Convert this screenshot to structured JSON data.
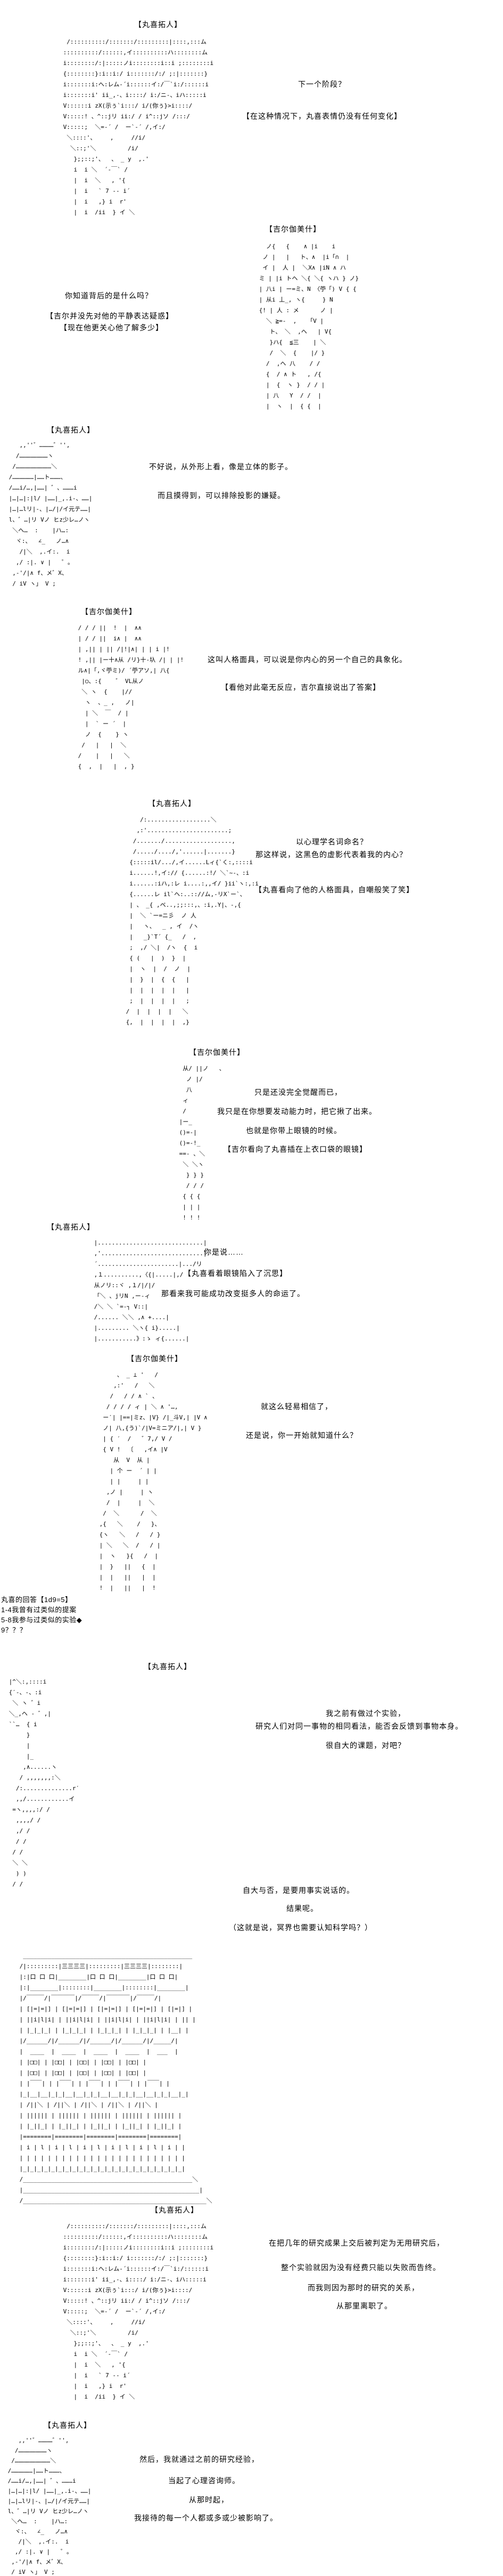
{
  "page": {
    "background": "#ffffff",
    "text_color": "#000000",
    "kind": "ascii-art-story-thread"
  },
  "speakers": {
    "maruki": "【丸喜拓人】",
    "gil": "【吉尔伽美什】"
  },
  "text": {
    "s1_d1": "下一个阶段？",
    "s1_n1": "【在这种情况下，丸喜表情仍没有任何变化】",
    "s2_d1": "你知道背后的是什么吗？",
    "s2_n1": "【吉尔并没先对他的平静表达疑惑】",
    "s2_n2": "【现在他更关心他了解多少】",
    "s3_d1": "不好说，从外形上看，像是立体的影子。",
    "s3_d2": "而且摸得到，可以排除投影的嫌疑。",
    "s4_d1": "这叫人格面具，可以说是你内心的另一个自己的具象化。",
    "s4_n1": "【看他对此毫无反应，吉尔直接说出了答案】",
    "s5_d1": "以心理学名词命名？",
    "s5_d2": "那这样说，这黑色的虚影代表着我的内心？",
    "s5_n1": "【丸喜看向了他的人格面具，自嘲般笑了笑】",
    "s6_d1": "只是还没完全觉醒而已，",
    "s6_d2": "我只是在你想要发动能力时，把它揪了出来。",
    "s6_d3": "也就是你带上眼镜的时候。",
    "s6_n1": "【吉尔看向了丸喜插在上衣口袋的眼镜】",
    "s7_d1": "你是说……",
    "s7_n1": "【丸喜看着眼镜陷入了沉思】",
    "s7_d2": "那看来我可能成功改变挺多人的命运了。",
    "s8_d1": "就这么轻易相信了，",
    "s8_d2": "还是说，你一开始就知道什么？",
    "roll_lines": [
      "丸喜的回答【1d9=5】",
      "1-4我曾有过类似的提案",
      "5-8我参与过类似的实验◆",
      "9？？？"
    ],
    "s9_d1": "我之前有做过个实验，",
    "s9_d2": "研究人们对同一事物的相同看法，能否会反馈到事物本身。",
    "s9_d3": "很自大的课题，对吧？",
    "mid_d1": "自大与否，是要用事实说话的。",
    "mid_d2": "结果呢。",
    "mid_d3": "（这就是说，冥界也需要认知科学吗？）",
    "s10_d1": "在把几年的研究成果上交后被判定为无用研究后，",
    "s10_d2": "整个实验就因为没有经费只能以失败而告终。",
    "s10_d3": "而我则因为那时的研究的关系，",
    "s10_d4": "从那里离职了。",
    "s11_d1": "然后，我就通过之前的研究经验，",
    "s11_d2": "当起了心理咨询师。",
    "s11_d3": "从那时起，",
    "s11_d4": "我接待的每一个人都或多或少被影响了。"
  },
  "arts": {
    "maruki_face": [
      "  /::::::::::/:::::::/:::::::::|::::,:::ム",
      " ::::::::::/::::::,イ::::::::::ハ::::::::ム",
      " i::::::::/:|:::::ノi::::::::i::i ;::::::::i",
      " {::::::::}:i::i:/ i:::::::/:/ ;:|:::::::}",
      " i:::::::i:ヘ:レム-´i::::::イ:/￣`i:/::::::i",
      " i:::::::i' ii_,-、i::::/ i:/ニ-、iハ:::::i",
      " V::::::i zX(示ぅ`i:::/ i/(你ぅ}>i::::/",
      " V:::::! 、^::jリ ii:/ / i^::jソ /:::/",
      " V:::::;  ＼=-´ /  ー`-´ /,イ:/",
      "  ＼::::'、    ,     //i/",
      "   ＼::;'＼         /i/",
      "    };;::;'、  、 _ y  ,.'",
      "    i  i ＼  ´-￣` /",
      "    |  i  ＼   , '{",
      "    |  i   ` 7 -‐ i´",
      "    |  i   ,} i  r'",
      "    |  i  /ii  } イ ＼"
    ],
    "gil_face": [
      "   ノ{   {    ∧ |i    i",
      "  ノ |   |   ト、∧  |i「∩  |",
      "  イ |  人 |  ＼X∧ |iN ∧ ハ",
      " ミ | |i トヘ ＼{ ＼{ ヽハ } ノ}",
      " | 八i | ー=ミ、N 〈苧「) V { {",
      " | 从i 丄_, ヽ{     } N",
      " {! | 人 : メ      ノ |",
      "   ＼ ≧=‐  ,   「V |",
      "    ト、 ＼  ,ヘ   | V{",
      "    }ハ{  ≦三    | ＼",
      "    /  ＼  {    |/ }",
      "   /  ,ヘ 八    / /",
      "   {  / ∧ ト   , /{",
      "   |  {  ヽ }  / / |",
      "   | 八   Y  / /  |",
      "   |  ヽ  |  { {  |"
    ],
    "maruki_bust": [
      "    ,,''゛…………゛'',",
      "   /……………………ヽ",
      "  /…………………………＼",
      " /………………|……ト………、",
      " /……i/…,|……| ゛、………i",
      " |…|…|:|l/ |……|_,.i-、……|",
      " |…|…lリ|-、|…/|/イ元テ……|",
      " l、゛…|リ Vノ ヒz少レ…ノヽ",
      "  ＼ヘ…  :    |ハ…:",
      "   ヾ:、  ∠_   ノ…∧",
      "    /|＼  ,.イ:.  i",
      "   ,/ :|. ∨ |   ゜。",
      "  ,-'/|∧ f、メ゛X、",
      "  / iV ヽ」 V ;"
    ],
    "gil_face2": [
      " / / / ||  !  |  ∧∧",
      " | / / ||  i∧ |  ∧∧",
      " | ,|| | || /|!|∧| | | i |!",
      " ! ,|| |ー十∧从 /リ}十-圦 /| | |!",
      " ル∧|「,ヾ苧ミ)/ ´苧アソ,| 八{",
      "  |○、:{    ゛ VL从ノ",
      "  ＼ ヽ  {    |//",
      "   ヽ  、_ ,   ノ|",
      "   | ＼  ￣  / |",
      "   |  ` ー ´  |",
      "   ノ  {    } ヽ",
      "  /   |   |  ＼",
      " /    |   |   ＼",
      " {  ,  |   |  , }"
    ],
    "maruki_body": [
      "     /:..................＼",
      "    ,:'.......................;",
      "   /......./...................,",
      "   /...../..../,'......|.......}",
      "  {:::::il/.../,イ......Lィ{`く:,::::i",
      "  i......!,イ:// {......:!/ ＼`~-、:i",
      "  i......:iハ,:レ i....:,,イ/ }ii`ヽ:,:i",
      "  {......レ il`ヘ:..:://ム,-リX`ー`、",
      "  | 、 _{ ,ベ..,;;:::,、:i,.Y|、-,{",
      "  |  ＼ `ー=ニ彡  ノ 人",
      "  |   ヽ、  _ , イ  /ヽ",
      "  |   _}`T´ {_   /  ,",
      "  ;  ,/ ＼|  /ヽ  {  i",
      "  { (   |  )  }  |",
      "  |  ヽ  |  /  ノ  |",
      "  |  }  |  {  {   |",
      "  |  |  |  |  |   |",
      "  ;  |  |  |  |   ;",
      " /  |  |  |  |   ＼",
      " {,  |  |  |  |  ,}"
    ],
    "gil_sit": [
      "  从/ ||ノ   、",
      "   ノ |/",
      "   八",
      "  ィ",
      "  /",
      " |ー_",
      " ()=-|",
      " ()=-!_",
      " ==‐ 、＼",
      "  ＼ ＼ヽ",
      "   } } }",
      "   / / /",
      "  { { {",
      "  | | |",
      "  ! ! !"
    ],
    "maruki_up": [
      " |..............................|",
      " ,'.............................|",
      " ´.......................|.../リ",
      " ,１..........,〈{|.....|,/",
      " 从ノリ::ヾ ,１/|/|/",
      " 「＼ 、jリN ,ー-ィ",
      " /＼ ＼ `=‐┐ V::|",
      " /...... ＼＼ ,∧ +....|",
      " |......... ＼ヽ{ i}.....|",
      " |...........》:ゝ ィ{......|"
    ],
    "gil_big": [
      "      、 _ ⊥ '   /",
      "     ,:'   /   ＼",
      "    /   / / ∧ ` 、",
      "   / / / / ィ | ＼ ∧ '…,",
      "  ー′| |==|ミz、|V} /|_斗V,| |V ∧",
      "  ノ| 八,{う)`/|V=ミニア/|,| V }",
      "  | { ′  /   ゛7,/ V /",
      "  { V !  〔   ,イ∧ |V",
      "     从  V  从 |",
      "    | 个 ー  ´ | |",
      "    | |     | |",
      "   ,ノ |     | ヽ",
      "   /  |     |  ＼",
      "  /  ＼      /  ＼",
      " ,{   ＼    /   }、",
      " {ヽ   ＼   /   / }",
      " | ＼   ＼  /   / |",
      " |  ヽ   }{   /  |",
      " |  }   ||   {  |",
      " |  |   ||   |  |",
      " !  |   ||   |  !"
    ],
    "maruki_hand": [
      " |^＼:,::::i",
      " {′-、-、:i",
      "  ＼ ヽ ゛i",
      " ＼_,ヘ - ゛,|",
      " ``…  { i",
      "      }",
      "      |",
      "      |_",
      "     ,∧......ヽ",
      "    / ,,,,,,,:＼",
      "   /:..............r′",
      "   ,,/............イ",
      "  =ヽ,,,,:/ /",
      "   ,,,,/ /",
      "   ,/ /",
      "   / /",
      "  / /",
      "  ＼ ＼",
      "   ) )",
      "  / /"
    ],
    "lab_scene": [
      "  ________________________________________________",
      " /|:::::::::|三三三三|:::::::::|三三三三|::::::::|",
      " |:|口 口 口|________|口 口 口|________|口 口 口|",
      " |:|________|::::::::|________|::::::::|________|",
      " |/￣￣￣/|￣￣￣￣|/￣￣￣/|￣￣￣￣|/￣￣￣/|",
      " | [|=|=|] | [|=|=|] | [|=|=|] | [|=|=|] | [|=|] |",
      " | ||i|l|i| | ||i|l|i| | ||i|l|i| | ||i|l|i| | || |",
      " | |_|_|_| | |_|_|_| | |_|_|_| | |_|_|_| | |__| |",
      " |/______/|/______/|/______/|/______/|/_____/|",
      " |  ____  |  ____  |  ____  |  ____  |  ___  |",
      " | |□□| | |□□| | |□□| | |□□| | |□□| |",
      " | |□□| | |□□| | |□□| | |□□| | |□□| |",
      " | |￣￣| | |￣￣| | |￣￣| | |￣￣| | |￣￣| |",
      " |_|__|__|_|_|__|__|_|_|__|__|_|_|__|__|_|_|__|_|",
      " | /||＼ | /||＼ | /||＼ | /||＼ | /||＼ |",
      " | |||||| | |||||| | |||||| | |||||| | |||||| |",
      " | |_||_| | |_||_| | |_||_| | |_||_| | |_||_| |",
      " |========|========|========|========|========|",
      " | i | l | i | l | i | l | i | l | i | l | i | |",
      " | | | | | | | | | | | | | | | | | | | | | | | |",
      " |_|_|_|_|_|_|_|_|_|_|_|_|_|_|_|_|_|_|_|_|_|_|_|",
      " /________________________________________________＼",
      " |__________________________________________________|",
      " /____________________________________________________＼"
    ]
  }
}
